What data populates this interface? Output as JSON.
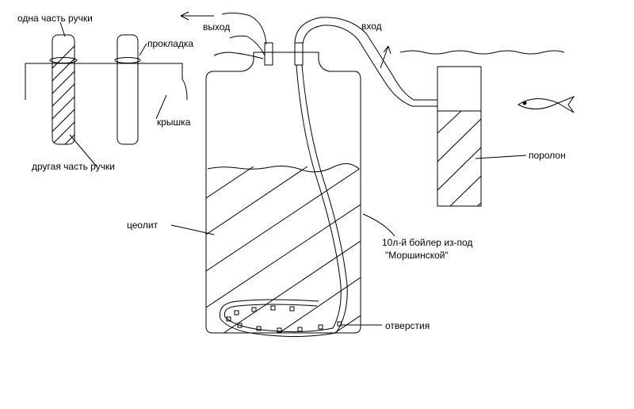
{
  "labels": {
    "handle_part_one": "одна часть ручки",
    "gasket": "прокладка",
    "lid": "крышка",
    "handle_part_other": "другая часть ручки",
    "outlet": "выход",
    "inlet": "вход",
    "zeolite": "цеолит",
    "foam": "поролон",
    "boiler_line1": "10л-й бойлер из-под",
    "boiler_line2": "\"Моршинской\"",
    "holes": "отверстия"
  },
  "colors": {
    "stroke": "#000000",
    "background": "#ffffff"
  },
  "icons": [
    "fish-icon",
    "arrow-icon"
  ]
}
